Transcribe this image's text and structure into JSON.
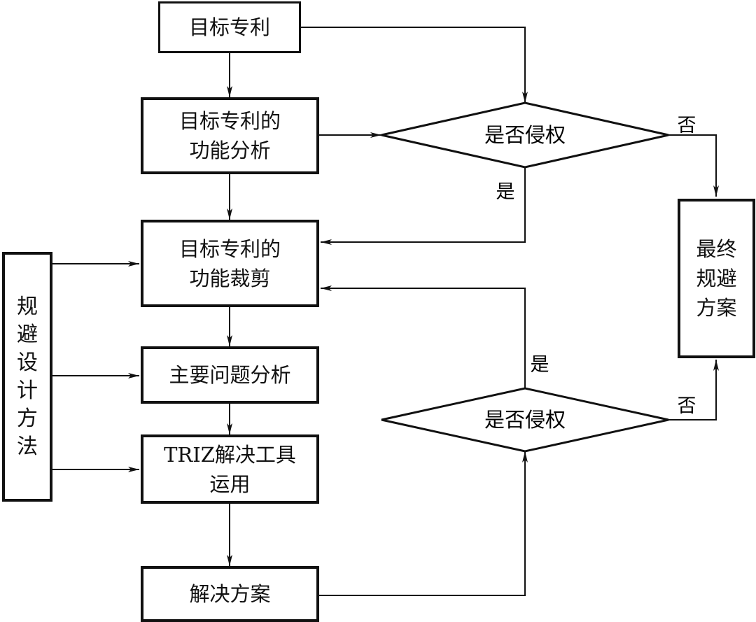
{
  "nodes": {
    "target_patent": "目标专利",
    "function_analysis": "目标专利的\n功能分析",
    "function_trimming": "目标专利的\n功能裁剪",
    "problem_analysis": "主要问题分析",
    "triz_tools": "TRIZ解决工具\n运用",
    "solution": "解决方案",
    "final_scheme": "最终\n规避\n方案",
    "design_method": "规\n避\n设\n计\n方\n法"
  },
  "decisions": {
    "infringe_top": "是否侵权",
    "infringe_bottom": "是否侵权"
  },
  "edge_labels": {
    "top_no": "否",
    "top_yes": "是",
    "bottom_yes": "是",
    "bottom_no": "否"
  },
  "colors": {
    "stroke": "#111111",
    "background": "#ffffff"
  }
}
